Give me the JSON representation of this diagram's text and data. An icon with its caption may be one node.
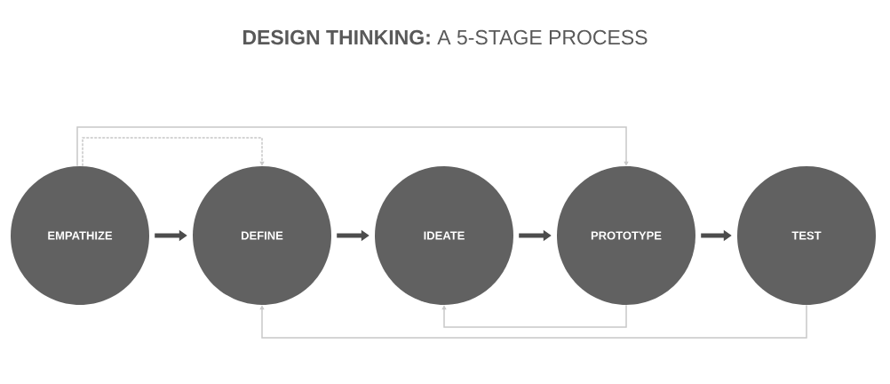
{
  "diagram": {
    "title": "**DESIGN THINKING:** A 5-STAGE PROCESS",
    "nodes": [
      {
        "text": [
          "EMPATHIZE"
        ]
      },
      {
        "text": [
          "DEFINE"
        ]
      },
      {
        "text": [
          "IDEATE"
        ]
      },
      {
        "text": [
          "PROTOTYPE"
        ]
      },
      {
        "text": [
          "TEST"
        ]
      }
    ],
    "edges": [
      {
        "from": 0,
        "to": 1,
        "arrow": "to",
        "style": "thick"
      },
      {
        "from": 1,
        "to": 2,
        "arrow": "to",
        "style": "thick"
      },
      {
        "from": 2,
        "to": 3,
        "arrow": "to",
        "style": "thick"
      },
      {
        "from": 3,
        "to": 4,
        "arrow": "to",
        "style": "thick"
      },
      {
        "from": 0,
        "to": 1,
        "arrow": "to",
        "style": "dashed",
        "color": "#c8c8c8"
      },
      {
        "from": 0,
        "to": 3,
        "arrow": "to",
        "color": "#c8c8c8"
      },
      {
        "from": 4,
        "to": 1,
        "arrow": "to",
        "color": "#c8c8c8"
      },
      {
        "from": 3,
        "to": 2,
        "arrow": "to",
        "color": "#c8c8c8"
      }
    ]
  }
}
